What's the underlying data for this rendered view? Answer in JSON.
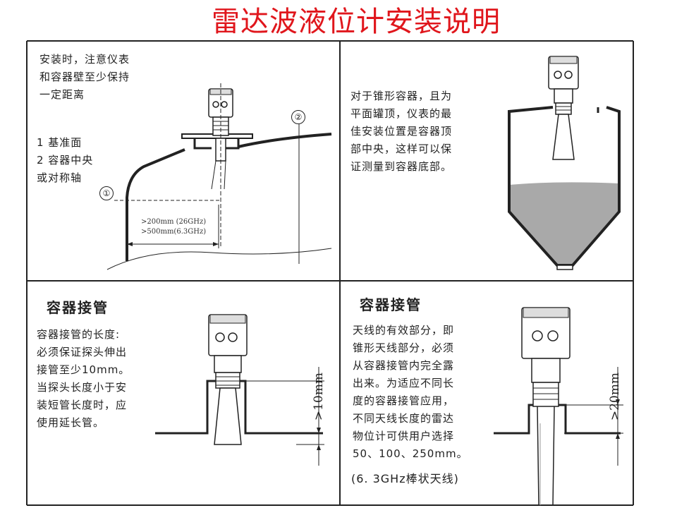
{
  "title": "雷达波液位计安装说明",
  "panels": {
    "top_left": {
      "note": "安装时，注意仪表\n和容器壁至少保持\n一定距离",
      "legend": "1 基准面\n2 容器中央\n或对称轴",
      "marker_1": "①",
      "marker_2": "②",
      "dim_26ghz": ">200mm (26GHz)",
      "dim_6ghz": ">500mm(6.3GHz)"
    },
    "top_right": {
      "note": "对于锥形容器，且为\n平面罐顶，仪表的最\n佳安装位置是容器顶\n部中央，这样可以保\n证测量到容器底部。"
    },
    "bottom_left": {
      "heading": "容器接管",
      "note": "容器接管的长度:\n必须保证探头伸出\n接管至少10mm。\n当探头长度小于安\n装短管长度时，应\n使用延长管。",
      "dimension": ">10mm"
    },
    "bottom_right": {
      "heading": "容器接管",
      "note": "天线的有效部分，即\n锥形天线部分，必须\n从容器接管内完全露\n出来。为适应不同长\n度的容器接管应用，\n不同天线长度的雷达\n物位计可供用户选择\n50、100、250mm。",
      "footnote": "(6. 3GHz棒状天线)",
      "dimension": ">20mm"
    }
  },
  "colors": {
    "title": "#e0161c",
    "liquid": "#a9a9a9",
    "line": "#222222"
  }
}
